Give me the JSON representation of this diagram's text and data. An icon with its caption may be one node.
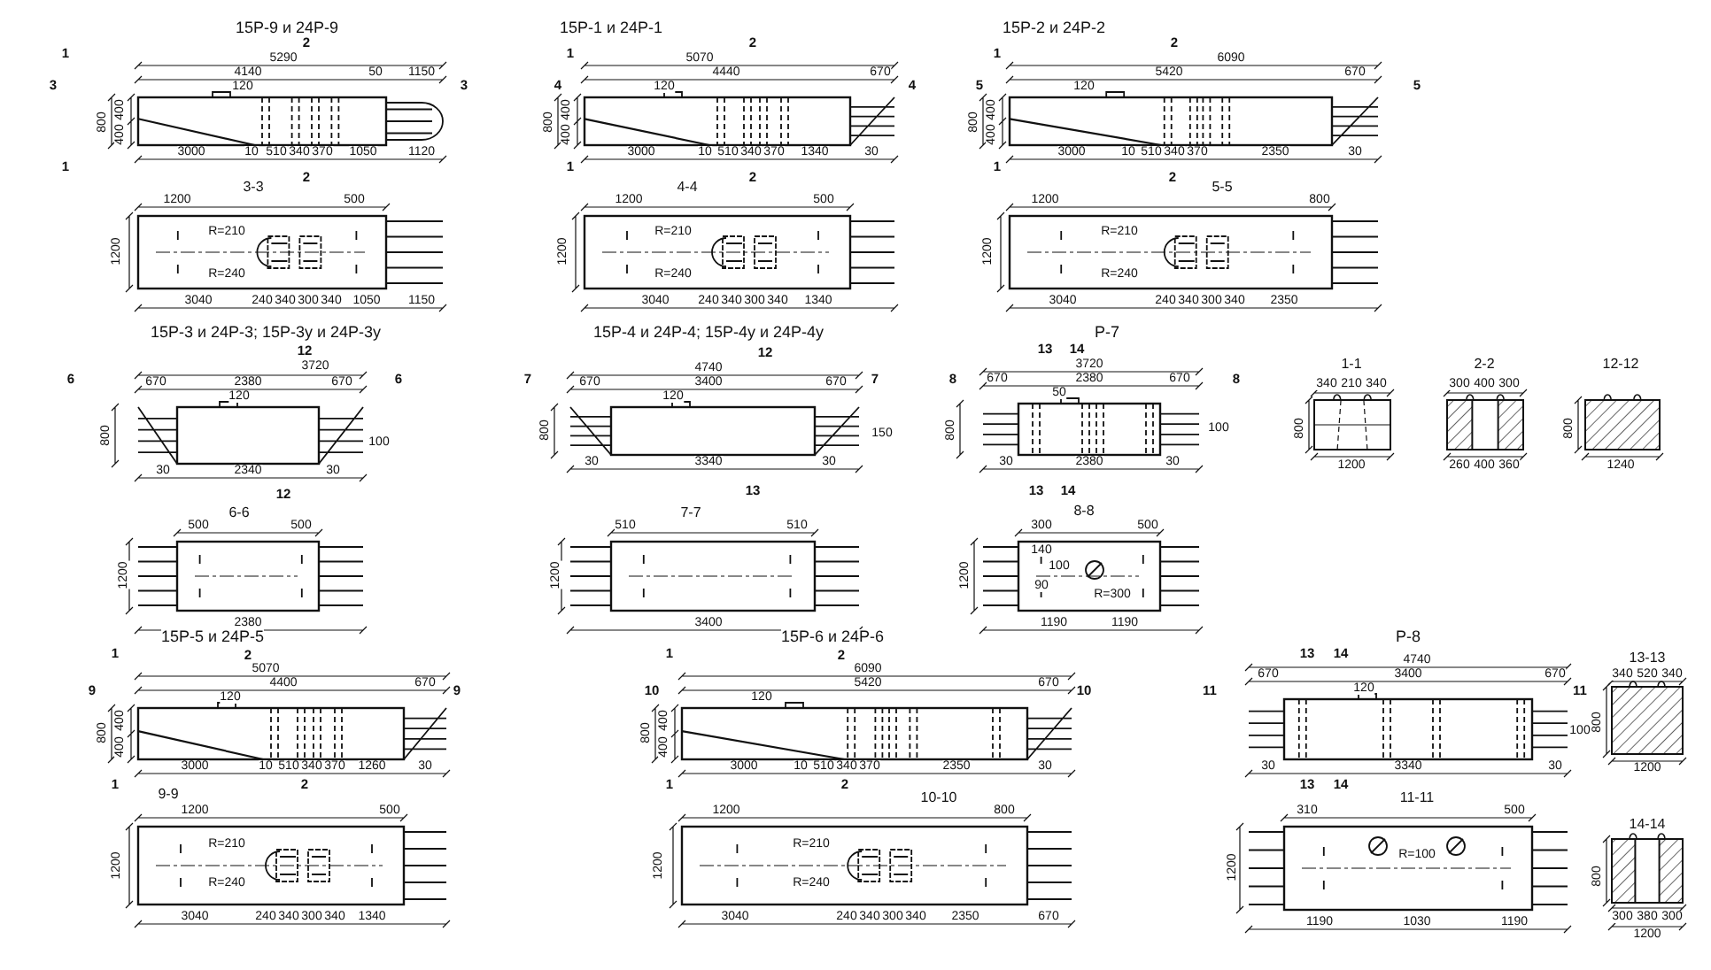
{
  "diagram": {
    "labels": [
      "15Р-9 и 24Р-9",
      "2",
      "1",
      "5290",
      "4140",
      "50",
      "1150",
      "3",
      "120",
      "3",
      "800",
      "400",
      "400",
      "3000",
      "10",
      "510",
      "340",
      "370",
      "1050",
      "1120",
      "1",
      "2",
      "3-3",
      "1200",
      "500",
      "1200",
      "R=210",
      "R=240",
      "3040",
      "240",
      "340",
      "300",
      "340",
      "1050",
      "1150",
      "15Р-1 и 24Р-1",
      "2",
      "1",
      "5070",
      "4440",
      "670",
      "4",
      "120",
      "4",
      "800",
      "400",
      "400",
      "3000",
      "10",
      "510",
      "340",
      "370",
      "1340",
      "30",
      "1",
      "2",
      "4-4",
      "1200",
      "500",
      "1200",
      "R=210",
      "R=240",
      "3040",
      "240",
      "340",
      "300",
      "340",
      "1340",
      "15Р-2 и 24Р-2",
      "1",
      "2",
      "6090",
      "5420",
      "670",
      "5",
      "120",
      "5",
      "800",
      "400",
      "400",
      "3000",
      "10",
      "510",
      "340",
      "370",
      "2350",
      "30",
      "1",
      "2",
      "5-5",
      "1200",
      "800",
      "1200",
      "R=210",
      "R=240",
      "3040",
      "240",
      "340",
      "300",
      "340",
      "2350",
      "15Р-3 и 24Р-3; 15Р-3у и 24Р-3у",
      "12",
      "3720",
      "6",
      "670",
      "2380",
      "670",
      "6",
      "120",
      "800",
      "100",
      "30",
      "2340",
      "30",
      "12",
      "6-6",
      "500",
      "500",
      "1200",
      "2380",
      "15Р-4 и 24Р-4; 15Р-4у и 24Р-4у",
      "12",
      "4740",
      "7",
      "670",
      "3400",
      "670",
      "7",
      "120",
      "800",
      "150",
      "30",
      "3340",
      "30",
      "13",
      "7-7",
      "510",
      "510",
      "1200",
      "3400",
      "Р-7",
      "13",
      "14",
      "3720",
      "8",
      "670",
      "2380",
      "670",
      "8",
      "50",
      "800",
      "100",
      "30",
      "2380",
      "30",
      "13",
      "14",
      "8-8",
      "300",
      "500",
      "1200",
      "140",
      "100",
      "90",
      "R=300",
      "1190",
      "1190",
      "1-1",
      "340",
      "210",
      "340",
      "800",
      "1200",
      "2-2",
      "300",
      "400",
      "300",
      "260",
      "400",
      "360",
      "12-12",
      "800",
      "1240",
      "15Р-5 и 24Р-5",
      "1",
      "2",
      "5070",
      "9",
      "4400",
      "670",
      "9",
      "120",
      "800",
      "400",
      "400",
      "3000",
      "10",
      "510",
      "340",
      "370",
      "1260",
      "30",
      "1",
      "2",
      "9-9",
      "1200",
      "500",
      "1200",
      "R=210",
      "R=240",
      "3040",
      "240",
      "340",
      "300",
      "340",
      "1340",
      "15Р-6 и 24Р-6",
      "1",
      "2",
      "6090",
      "10",
      "5420",
      "670",
      "10",
      "120",
      "800",
      "400",
      "400",
      "3000",
      "10",
      "510",
      "340",
      "370",
      "2350",
      "30",
      "1",
      "2",
      "10-10",
      "1200",
      "800",
      "1200",
      "R=210",
      "R=240",
      "3040",
      "240",
      "340",
      "300",
      "340",
      "2350",
      "670",
      "Р-8",
      "13",
      "14",
      "4740",
      "670",
      "3400",
      "670",
      "11",
      "120",
      "11",
      "100",
      "30",
      "3340",
      "30",
      "13",
      "14",
      "11-11",
      "310",
      "500",
      "1200",
      "R=100",
      "1190",
      "1030",
      "1190",
      "13-13",
      "340",
      "520",
      "340",
      "800",
      "1200",
      "14-14",
      "800",
      "300",
      "380",
      "300",
      "1200"
    ]
  }
}
